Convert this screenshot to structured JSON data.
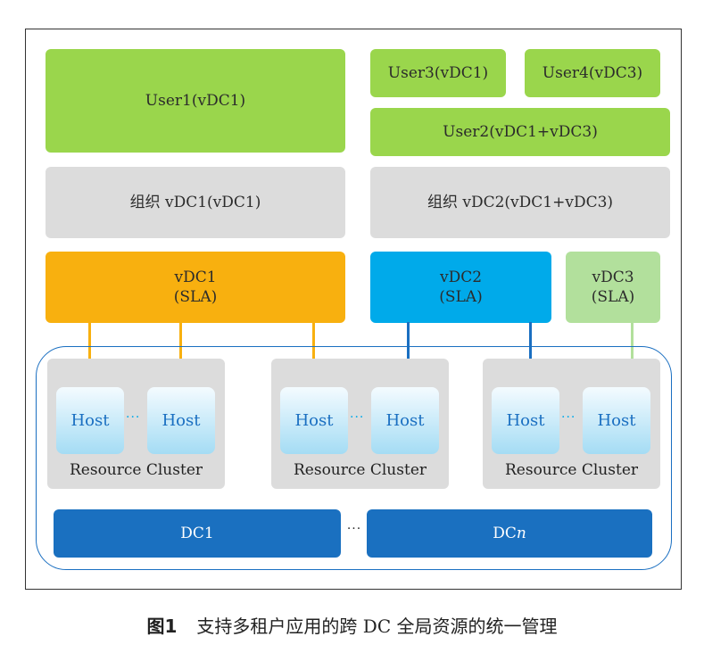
{
  "users": {
    "user1": "User1(vDC1)",
    "user3": "User3(vDC1)",
    "user4": "User4(vDC3)",
    "user2": "User2(vDC1+vDC3)"
  },
  "organizations": {
    "org1": "组织 vDC1(vDC1)",
    "org2": "组织 vDC2(vDC1+vDC3)"
  },
  "vdcs": [
    {
      "name": "vDC1",
      "sla": "(SLA)",
      "color": "#f8b00f"
    },
    {
      "name": "vDC2",
      "sla": "(SLA)",
      "color": "#00aaea"
    },
    {
      "name": "vDC3",
      "sla": "(SLA)",
      "color": "#b2e09c"
    }
  ],
  "clusters": [
    {
      "hosts": [
        "Host",
        "Host"
      ],
      "ellipsis": "···",
      "label": "Resource Cluster"
    },
    {
      "hosts": [
        "Host",
        "Host"
      ],
      "ellipsis": "···",
      "label": "Resource Cluster"
    },
    {
      "hosts": [
        "Host",
        "Host"
      ],
      "ellipsis": "···",
      "label": "Resource Cluster"
    }
  ],
  "datacenters": {
    "dc1": "DC1",
    "dcn_prefix": "DC",
    "dcn_suffix": "n",
    "ellipsis": "···"
  },
  "caption": {
    "number": "图1",
    "text": "支持多租户应用的跨 DC 全局资源的统一管理"
  },
  "colors": {
    "user_green": "#9ad64c",
    "org_gray": "#dcdcdc",
    "dc_blue": "#1a70c0",
    "host_text": "#1a6fc1"
  }
}
